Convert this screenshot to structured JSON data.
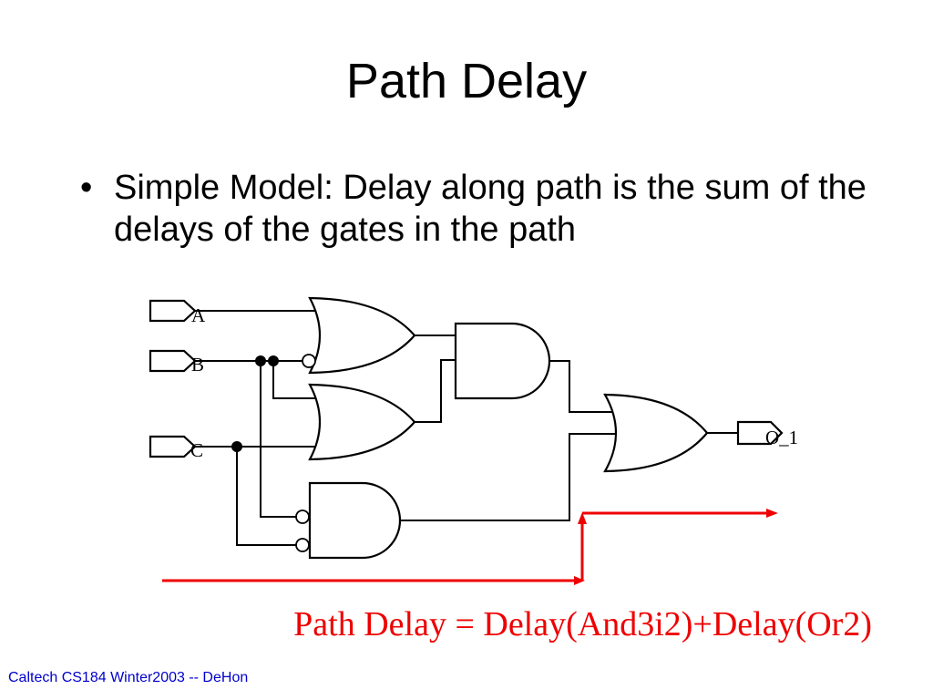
{
  "slide": {
    "title": "Path Delay",
    "bullets": [
      {
        "symbol": "•",
        "text": "Simple Model: Delay along path is the sum of the delays of the gates in the path"
      }
    ],
    "formula": "Path Delay = Delay(And3i2)+Delay(Or2)",
    "footer": "Caltech CS184 Winter2003 -- DeHon"
  },
  "diagram": {
    "inputs": [
      "A",
      "B",
      "C"
    ],
    "output": "O_1",
    "colors": {
      "highlight": "#ee0000",
      "footer": "#0000cc",
      "wire": "#000000"
    }
  }
}
